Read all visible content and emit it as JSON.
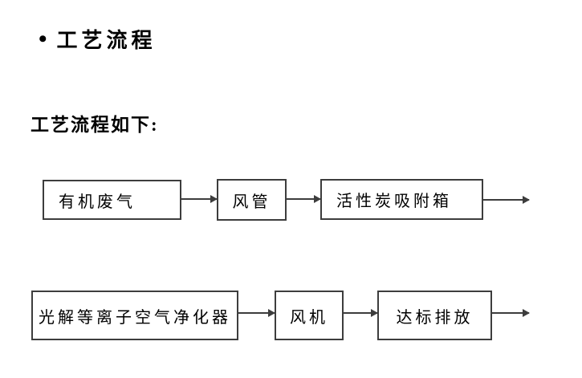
{
  "slide": {
    "title": {
      "bullet": "•",
      "text": "工艺流程"
    },
    "subtitle": "工艺流程如下:",
    "flow": {
      "row1": [
        "有机废气",
        "风管",
        "活性炭吸附箱"
      ],
      "row2": [
        "光解等离子空气净化器",
        "风机",
        "达标排放"
      ]
    }
  },
  "colors": {
    "line": "#3d3d3d",
    "text": "#000000",
    "background": "#ffffff"
  }
}
